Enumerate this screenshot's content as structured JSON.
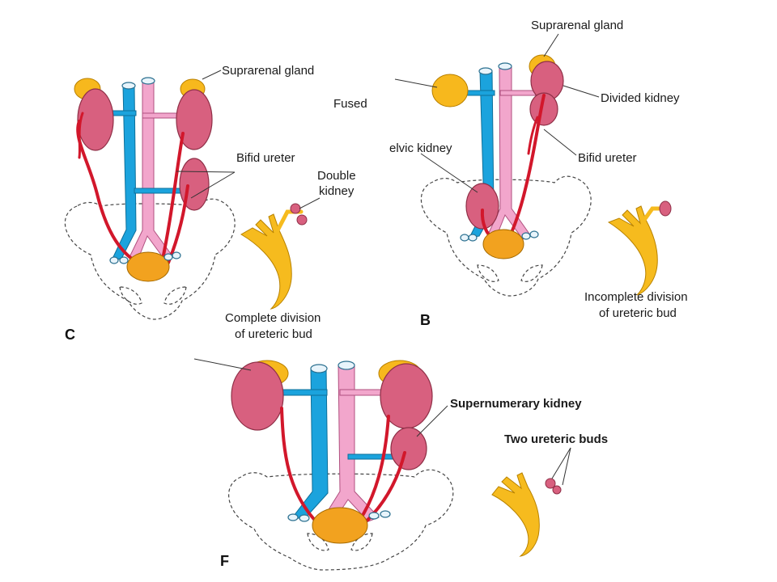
{
  "panels": {
    "c": {
      "letter": "C",
      "labels": {
        "suprarenal_gland": "Suprarenal gland",
        "bifid_ureter": "Bifid ureter",
        "double_kidney_line1": "Double",
        "double_kidney_line2": "kidney",
        "caption_line1": "Complete division",
        "caption_line2": "of ureteric bud"
      }
    },
    "b": {
      "letter": "B",
      "labels": {
        "suprarenal_gland": "Suprarenal gland",
        "fused": "Fused",
        "divided_kidney": "Divided kidney",
        "pelvic_kidney": "elvic kidney",
        "bifid_ureter": "Bifid ureter",
        "caption_line1": "Incomplete division",
        "caption_line2": "of ureteric bud"
      }
    },
    "f": {
      "letter": "F",
      "labels": {
        "supernumerary_kidney": "Supernumerary kidney",
        "two_ureteric_buds": "Two ureteric buds"
      }
    }
  },
  "colors": {
    "aorta": "#f2a6cc",
    "ivc": "#1ba3dd",
    "kidney": "#d8607f",
    "suprarenal": "#f7b81d",
    "ureter": "#d2172b",
    "bladder": "#f2a21f"
  }
}
